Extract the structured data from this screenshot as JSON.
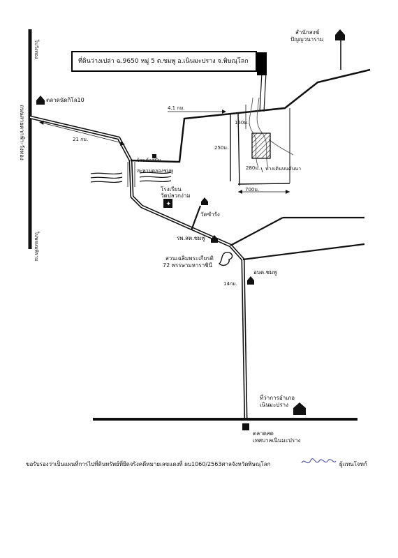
{
  "title": "ที่ดินว่างเปล่า ฉ.9650  หมู่ 5 ต.ชมพู อ.เนินมะปราง จ.พิษณุโลก",
  "labels": {
    "temple_top": "สำนักสงฆ์",
    "temple_top_2": "ปัญญวนาราม",
    "market_km10": "ตลาดนัดกิโล10",
    "to_phrom": "ไปพรหมพิราม",
    "to_wang": "ไปวังทอง",
    "highway": "ถนนสายตากฟ้า-วังทอง",
    "dist_21": "21 กม.",
    "dist_41": "4.1 กม.",
    "dist_150": "150ม.",
    "dist_250": "250ม.",
    "dist_280": "280ม.",
    "dist_700": "700ม.",
    "dist_14": "14กม.",
    "shop": "ร้านค้าสมัย",
    "bridge": "สะพานคลองชมพู",
    "school_1": "โรงเรียน",
    "school_2": "วัดปลวกง่าม",
    "wat": "วัดซำรัง",
    "hospital": "รพ.สต.ชมพู",
    "park_1": "สวนเฉลิมพระเกียรติ",
    "park_2": "72 พรรษามหาราชินี",
    "obt": "อบต.ชมพู",
    "walkway": "ทางเดินบนคันนา",
    "district_1": "ที่ว่าการอำเภอ",
    "district_2": "เนินมะปราง",
    "fresh_1": "ตลาดสด",
    "fresh_2": "เทศบาลเนินมะปราง"
  },
  "footer": "ขอรับรองว่าเป็นแผนที่การไปที่ดินทรัพย์ที่ยึดจริงคดีหมายเลขแดงที่ ผบ1060/2563ศาลจังหวัดพิษณุโลก",
  "footer_suffix": "ผู้แทนโจทก์",
  "colors": {
    "line": "#111111",
    "signature": "#4a4fa8",
    "plot_hatch": "#333333"
  }
}
